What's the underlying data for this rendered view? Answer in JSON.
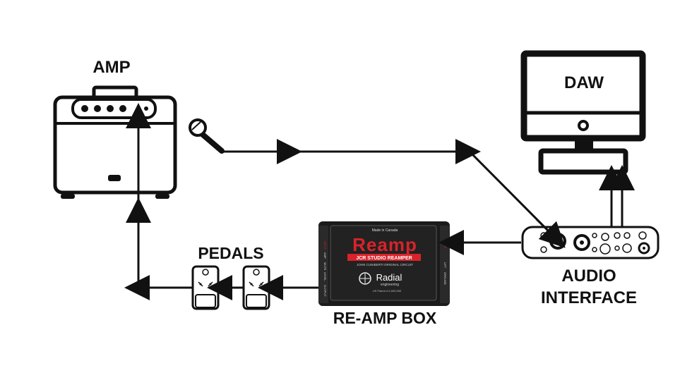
{
  "labels": {
    "amp": "AMP",
    "daw": "DAW",
    "pedals": "PEDALS",
    "reamp_box": "RE-AMP BOX",
    "audio_interface_line1": "AUDIO",
    "audio_interface_line2": "INTERFACE"
  },
  "reamp_device": {
    "made_in": "Made in Canada",
    "logo": "Reamp",
    "model": "JCR STUDIO REAMPER",
    "subtitle": "JOHN CUNIBERTI ORIGINAL CIRCUIT",
    "brand": "Radial",
    "brand_sub": "engineering",
    "patent": "US Patent # 6,005,950",
    "side_left": [
      "INPUT",
      "AMP",
      "MUTE",
      "LEVEL",
      "OUTPUT"
    ],
    "side_right": [
      "INPUT",
      "LIFT",
      "GROUND"
    ]
  },
  "colors": {
    "line": "#111111",
    "reamp_body": "#1b1b1b",
    "reamp_red": "#d8232a"
  }
}
